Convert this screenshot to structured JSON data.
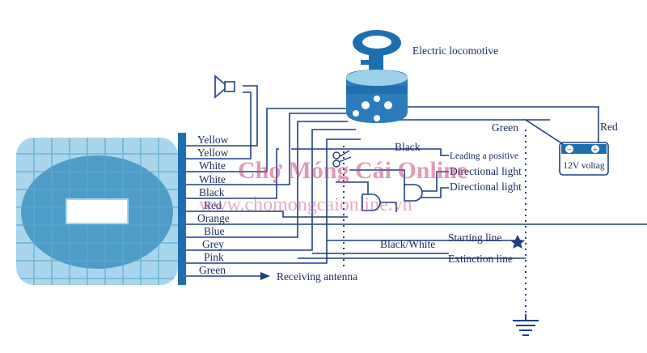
{
  "colors": {
    "wire": "#1f3f82",
    "module_fill": "#a9d6ec",
    "module_grid": "#5ea9cf",
    "module_blob": "#4f9cc8",
    "watermark": "#c44a7a"
  },
  "title": "Electric locomotive",
  "wires_left": [
    "Yellow",
    "Yellow",
    "White",
    "White",
    "Black",
    "Red",
    "Orange",
    "Blue",
    "Grey",
    "Pink",
    "Green"
  ],
  "receiving_antenna": "Receiving antenna",
  "wire_black": "Black",
  "right_labels": {
    "green": "Green",
    "leading_positive": "Leading a positive",
    "directional_light_1": "Directional light",
    "directional_light_2": "Directional light",
    "starting_line": "Starting line",
    "black_white": "Black/White",
    "extinction_line": "Extinction line"
  },
  "battery": {
    "minus": "−",
    "plus": "+",
    "label": "12V voltag",
    "wire_red": "Red"
  },
  "watermark": {
    "line1": "Chợ Móng Cái Online",
    "line2": "www.chomongcaionline.vn"
  },
  "icons": [
    "horn-icon",
    "key-icon",
    "scissors-icon",
    "ground-icon",
    "star-icon",
    "arrow-icon"
  ]
}
